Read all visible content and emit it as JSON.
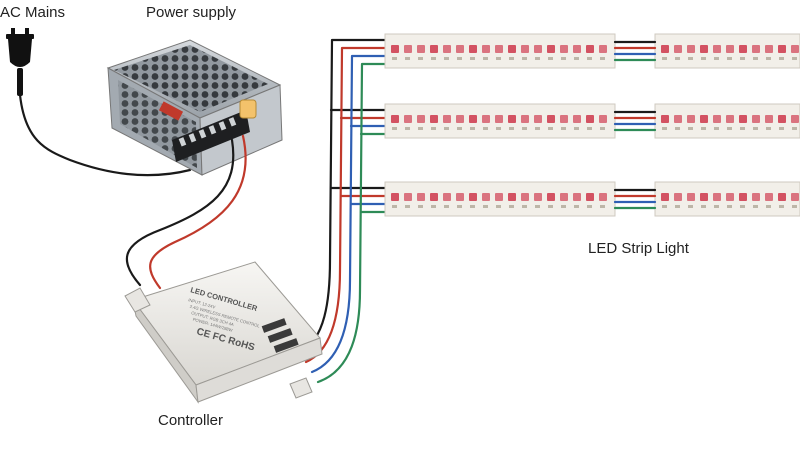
{
  "labels": {
    "ac_mains": "AC Mains",
    "power_supply": "Power supply",
    "controller": "Controller",
    "led_strip": "LED Strip Light"
  },
  "controller_device": {
    "title": "LED CONTROLLER",
    "fine_print": [
      "INPUT: 12-24V",
      "2.4G WIRELESS REMOTE CONTROL",
      "OUTPUT: RGB 3CH 4A",
      "POWER: 144W/288W"
    ],
    "cert_marks": "CE  FC  RoHS"
  },
  "led_strips": {
    "count": 3,
    "segments_per_strip": 2
  },
  "colors": {
    "wire_black": "#1a1a1a",
    "wire_red": "#c0392b",
    "wire_blue": "#2f5fb3",
    "wire_green": "#2e8b57",
    "led_red": "#d1495b",
    "strip_base": "#f2efe9",
    "psu_metal": "#b8bec4",
    "controller_body": "#ecebe8"
  },
  "icons": [
    "plug-icon"
  ]
}
